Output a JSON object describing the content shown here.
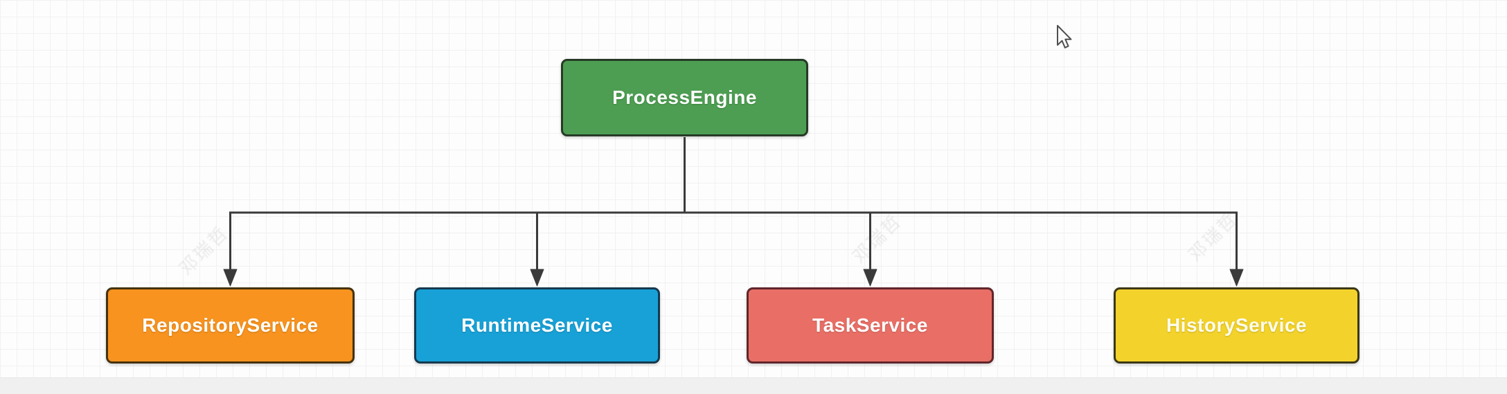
{
  "canvas": {
    "background_color": "#fdfdfd",
    "grid_line_color": "#f1f1f1",
    "bottom_strip_color": "#f0f0f0"
  },
  "diagram": {
    "connector_color": "#3a3a3a",
    "root_node": {
      "label": "ProcessEngine",
      "fill": "#4d9e52",
      "border_color": "#263a26",
      "text_color": "#ffffff"
    },
    "child_nodes": [
      {
        "label": "RepositoryService",
        "fill": "#f7931e",
        "border_color": "#46320e",
        "text_color": "#ffffff"
      },
      {
        "label": "RuntimeService",
        "fill": "#18a1d7",
        "border_color": "#16394e",
        "text_color": "#ffffff"
      },
      {
        "label": "TaskService",
        "fill": "#e96f66",
        "border_color": "#5f262b",
        "text_color": "#ffffff"
      },
      {
        "label": "HistoryService",
        "fill": "#f3d32b",
        "border_color": "#3c3716",
        "text_color": "#fdfcec"
      }
    ]
  },
  "watermark": {
    "text": "邓瑞哲"
  },
  "cursor": {
    "type": "arrow-pointer"
  }
}
